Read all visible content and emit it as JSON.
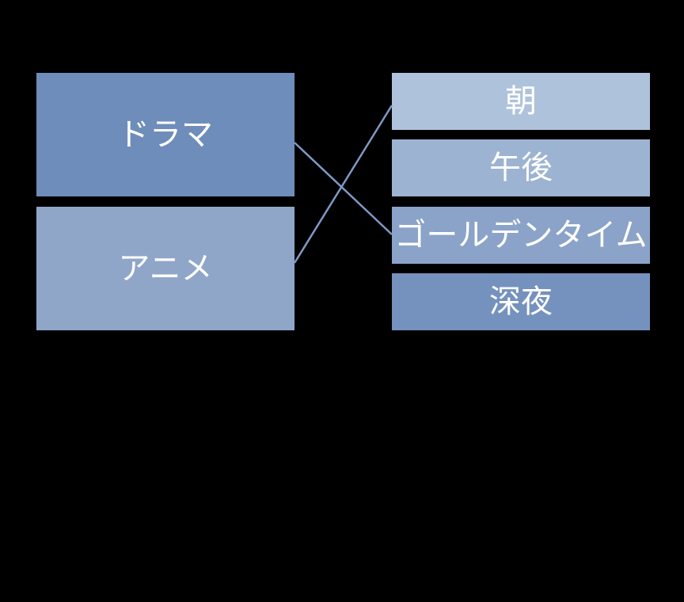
{
  "diagram": {
    "background_color": "#000000",
    "text_color": "#FFFFFF",
    "connector_color": "#7E99C5",
    "left_items": [
      {
        "id": "drama",
        "label": "ドラマ",
        "color": "#6F8DBA"
      },
      {
        "id": "anime",
        "label": "アニメ",
        "color": "#8FA6C9"
      }
    ],
    "right_items": [
      {
        "id": "morning",
        "label": "朝",
        "color": "#AFC2DC"
      },
      {
        "id": "afternoon",
        "label": "午後",
        "color": "#9DB3D2"
      },
      {
        "id": "goldentime",
        "label": "ゴールデンタイム",
        "color": "#8BA3C8"
      },
      {
        "id": "latenight",
        "label": "深夜",
        "color": "#7592BE"
      }
    ],
    "connections": [
      {
        "from": "ドラマ",
        "to": "ゴールデンタイム"
      },
      {
        "from": "アニメ",
        "to": "朝"
      }
    ]
  }
}
